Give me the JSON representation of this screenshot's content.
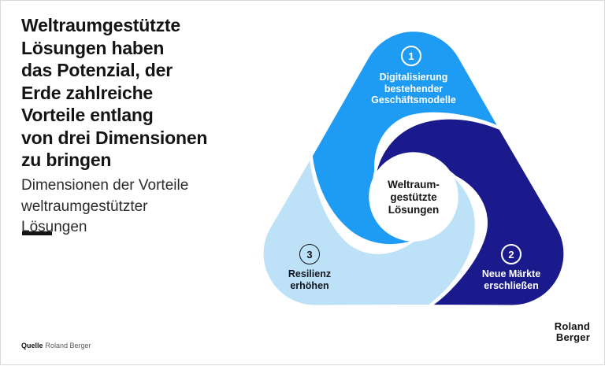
{
  "colors": {
    "blue": "#1E9BF3",
    "navy": "#1A1A8C",
    "light_blue": "#BDE2F8",
    "text_dark": "#141414",
    "white": "#ffffff"
  },
  "title": "Weltraumgestützte\nLösungen haben\ndas Potenzial, der\nErde zahlreiche\nVorteile entlang\nvon drei Dimensionen\nzu bringen",
  "subtitle": "Dimensionen der Vorteile\nweltraumgestützter\nLösungen",
  "source": {
    "label": "Quelle",
    "value": "Roland Berger"
  },
  "logo": "Roland\nBerger",
  "diagram": {
    "center_label": "Weltraum-\ngestützte\nLösungen",
    "segments": [
      {
        "number": "1",
        "label": "Digitalisierung\nbestehender\nGeschäftsmodelle",
        "color": "#1E9BF3",
        "text_color": "#ffffff"
      },
      {
        "number": "2",
        "label": "Neue Märkte\nerschließen",
        "color": "#1A1A8C",
        "text_color": "#ffffff"
      },
      {
        "number": "3",
        "label": "Resilienz\nerhöhen",
        "color": "#BDE2F8",
        "text_color": "#14141e"
      }
    ]
  }
}
